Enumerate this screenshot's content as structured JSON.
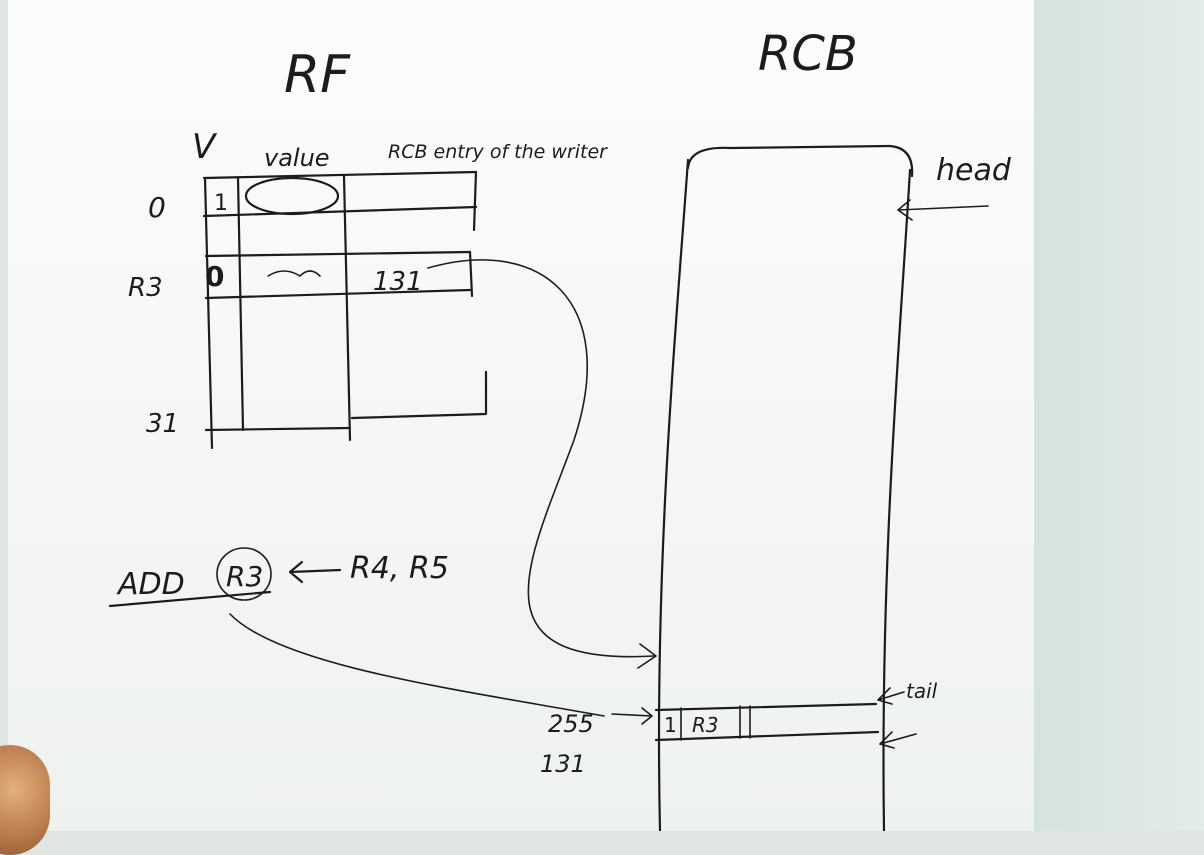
{
  "rf": {
    "title": "RF",
    "col_v": "V",
    "col_value": "value",
    "col_rob_entry": "RCB entry of the writer",
    "row_0": "0",
    "row_r3": "R3",
    "row_31": "31",
    "r0_valid": "1",
    "r3_valid": "0",
    "r3_rob_index": "131"
  },
  "rob": {
    "title": "RCB",
    "head_label": "head",
    "tail_label": "tail",
    "entry_valid": "1",
    "entry_reg": "R3",
    "entry_index_a": "255",
    "entry_index_b": "131"
  },
  "instruction": {
    "op": "ADD",
    "dest": "R3",
    "sources": "R4, R5"
  }
}
